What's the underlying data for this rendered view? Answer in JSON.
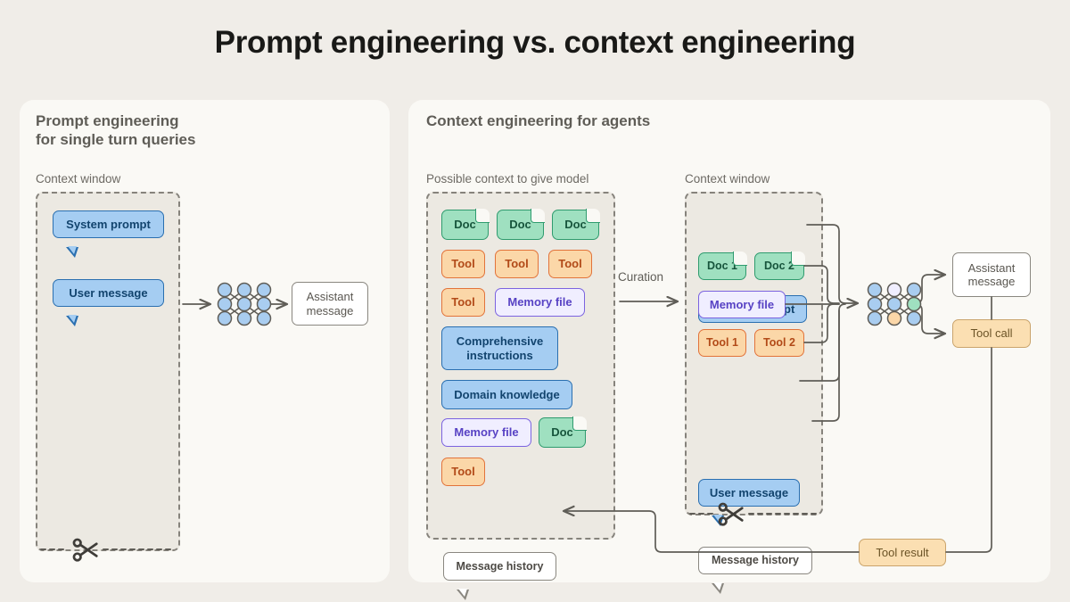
{
  "title": "Prompt engineering vs. context engineering",
  "colors": {
    "background": "#f0ede8",
    "panel": "#faf9f5",
    "context_window_fill": "#ece9e2",
    "context_window_border": "#86837c",
    "doc_fill": "#9fe0c0",
    "doc_border": "#2f9b6e",
    "tool_fill": "#fbd7a8",
    "tool_border": "#e2733a",
    "memory_fill": "#f0eeff",
    "memory_border": "#7b63e0",
    "message_fill": "#a5cdf2",
    "message_border": "#2a6fb0",
    "tool_call_fill": "#fbdfb2",
    "tool_call_border": "#caa46c",
    "line": "#5f5d57"
  },
  "left_panel": {
    "heading": "Prompt engineering\nfor single turn queries",
    "context_window_label": "Context window",
    "context_items": [
      {
        "label": "System prompt",
        "kind": "message-bubble"
      },
      {
        "label": "User message",
        "kind": "message-bubble"
      }
    ],
    "model_icon": "neural-net-grid-icon",
    "output": {
      "label": "Assistant\nmessage",
      "kind": "plain-box"
    },
    "scissors_icon": "scissors-cut-icon"
  },
  "right_panel": {
    "heading": "Context engineering for agents",
    "possible_context_label": "Possible context to give model",
    "context_window_label": "Context window",
    "curation_label": "Curation",
    "possible_context_items": [
      {
        "label": "Doc",
        "kind": "doc"
      },
      {
        "label": "Doc",
        "kind": "doc"
      },
      {
        "label": "Doc",
        "kind": "doc"
      },
      {
        "label": "Tool",
        "kind": "tool"
      },
      {
        "label": "Tool",
        "kind": "tool"
      },
      {
        "label": "Tool",
        "kind": "tool"
      },
      {
        "label": "Tool",
        "kind": "tool"
      },
      {
        "label": "Memory file",
        "kind": "memory"
      },
      {
        "label": "Comprehensive\ninstructions",
        "kind": "instruction"
      },
      {
        "label": "Domain knowledge",
        "kind": "instruction"
      },
      {
        "label": "Memory file",
        "kind": "memory"
      },
      {
        "label": "Doc",
        "kind": "doc"
      },
      {
        "label": "Tool",
        "kind": "tool"
      },
      {
        "label": "Message history",
        "kind": "message-bubble-white"
      }
    ],
    "context_window_items": [
      {
        "label": "System prompt",
        "kind": "message-bubble"
      },
      {
        "label": "Doc 1",
        "kind": "doc"
      },
      {
        "label": "Doc 2",
        "kind": "doc"
      },
      {
        "label": "Memory file",
        "kind": "memory"
      },
      {
        "label": "Tool 1",
        "kind": "tool"
      },
      {
        "label": "Tool 2",
        "kind": "tool"
      },
      {
        "label": "User message",
        "kind": "message-bubble"
      },
      {
        "label": "Message history",
        "kind": "message-bubble-white"
      }
    ],
    "model_icon": "neural-net-grid-icon",
    "outputs": [
      {
        "label": "Assistant\nmessage",
        "kind": "plain-box"
      },
      {
        "label": "Tool call",
        "kind": "tool-call"
      }
    ],
    "tool_result": {
      "label": "Tool result",
      "kind": "tool-call"
    },
    "scissors_icon": "scissors-cut-icon"
  }
}
